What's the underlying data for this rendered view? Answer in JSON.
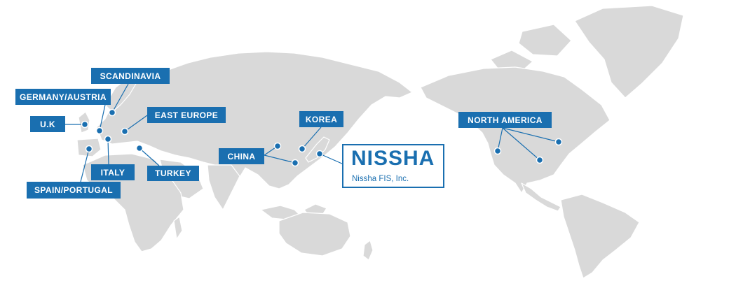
{
  "map": {
    "land_color": "#d9d9d9",
    "accent_color": "#1a6fb0",
    "hq": {
      "logo": "NISSHA",
      "name": "Nissha FIS, Inc."
    },
    "regions": [
      {
        "id": "scandinavia",
        "label": "SCANDINAVIA"
      },
      {
        "id": "germany-austria",
        "label": "GERMANY/AUSTRIA"
      },
      {
        "id": "uk",
        "label": "U.K"
      },
      {
        "id": "east-europe",
        "label": "EAST EUROPE"
      },
      {
        "id": "italy",
        "label": "ITALY"
      },
      {
        "id": "turkey",
        "label": "TURKEY"
      },
      {
        "id": "spain-portugal",
        "label": "SPAIN/PORTUGAL"
      },
      {
        "id": "china",
        "label": "CHINA"
      },
      {
        "id": "korea",
        "label": "KOREA"
      },
      {
        "id": "north-america",
        "label": "NORTH AMERICA"
      }
    ]
  }
}
